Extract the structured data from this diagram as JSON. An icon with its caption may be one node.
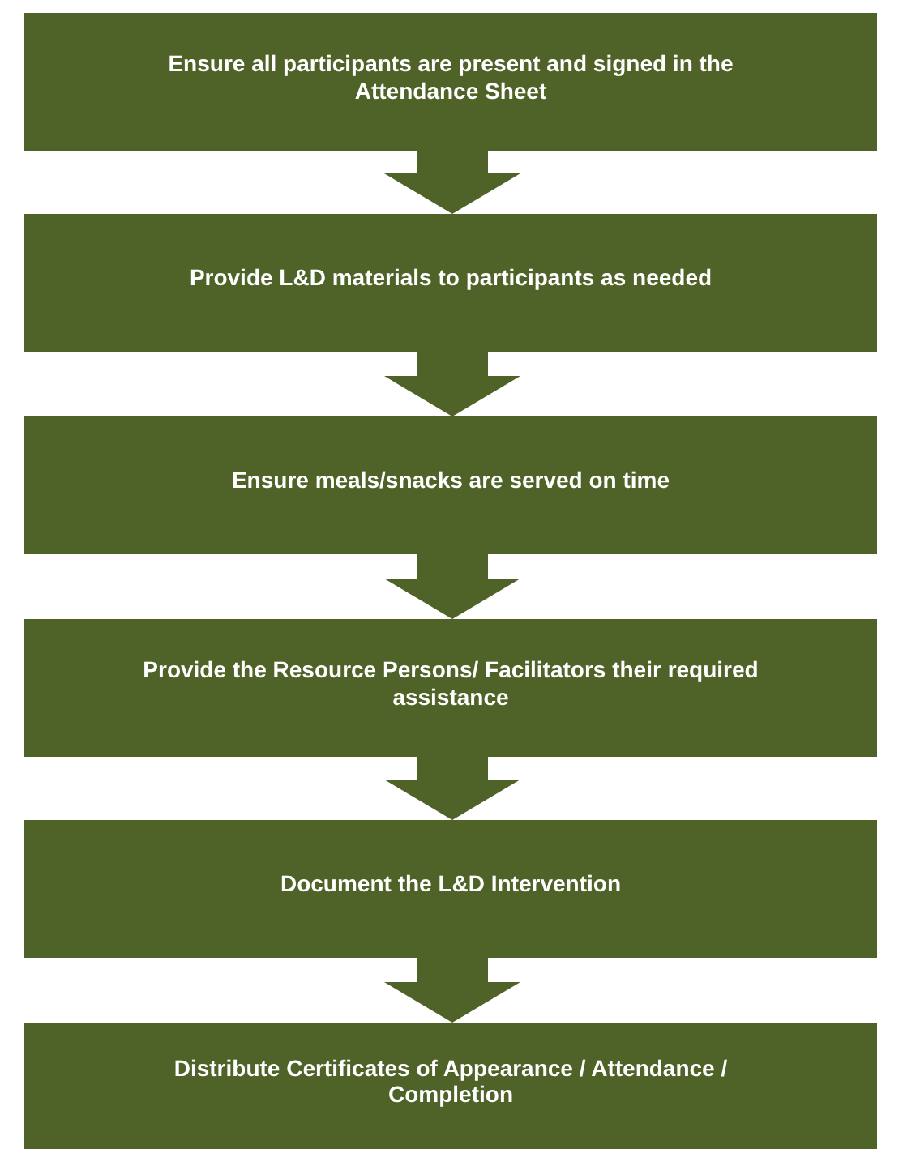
{
  "diagram": {
    "nodes": [
      {
        "text": [
          "Ensure all participants are present and signed in the Attendance Sheet"
        ]
      },
      {
        "text": [
          "Provide L&D materials to participants as needed"
        ]
      },
      {
        "text": [
          "Ensure meals/snacks are served on time"
        ]
      },
      {
        "text": [
          "Provide the Resource Persons/ Facilitators their required assistance"
        ]
      },
      {
        "text": [
          "Document the L&D Intervention"
        ]
      },
      {
        "text": [
          "Distribute Certificates of Appearance / Attendance / Completion"
        ]
      }
    ],
    "edges": [
      {
        "from": 0,
        "to": 1,
        "arrow": "to"
      },
      {
        "from": 1,
        "to": 2,
        "arrow": "to"
      },
      {
        "from": 2,
        "to": 3,
        "arrow": "to"
      },
      {
        "from": 3,
        "to": 4,
        "arrow": "to"
      },
      {
        "from": 4,
        "to": 5,
        "arrow": "to"
      }
    ]
  }
}
